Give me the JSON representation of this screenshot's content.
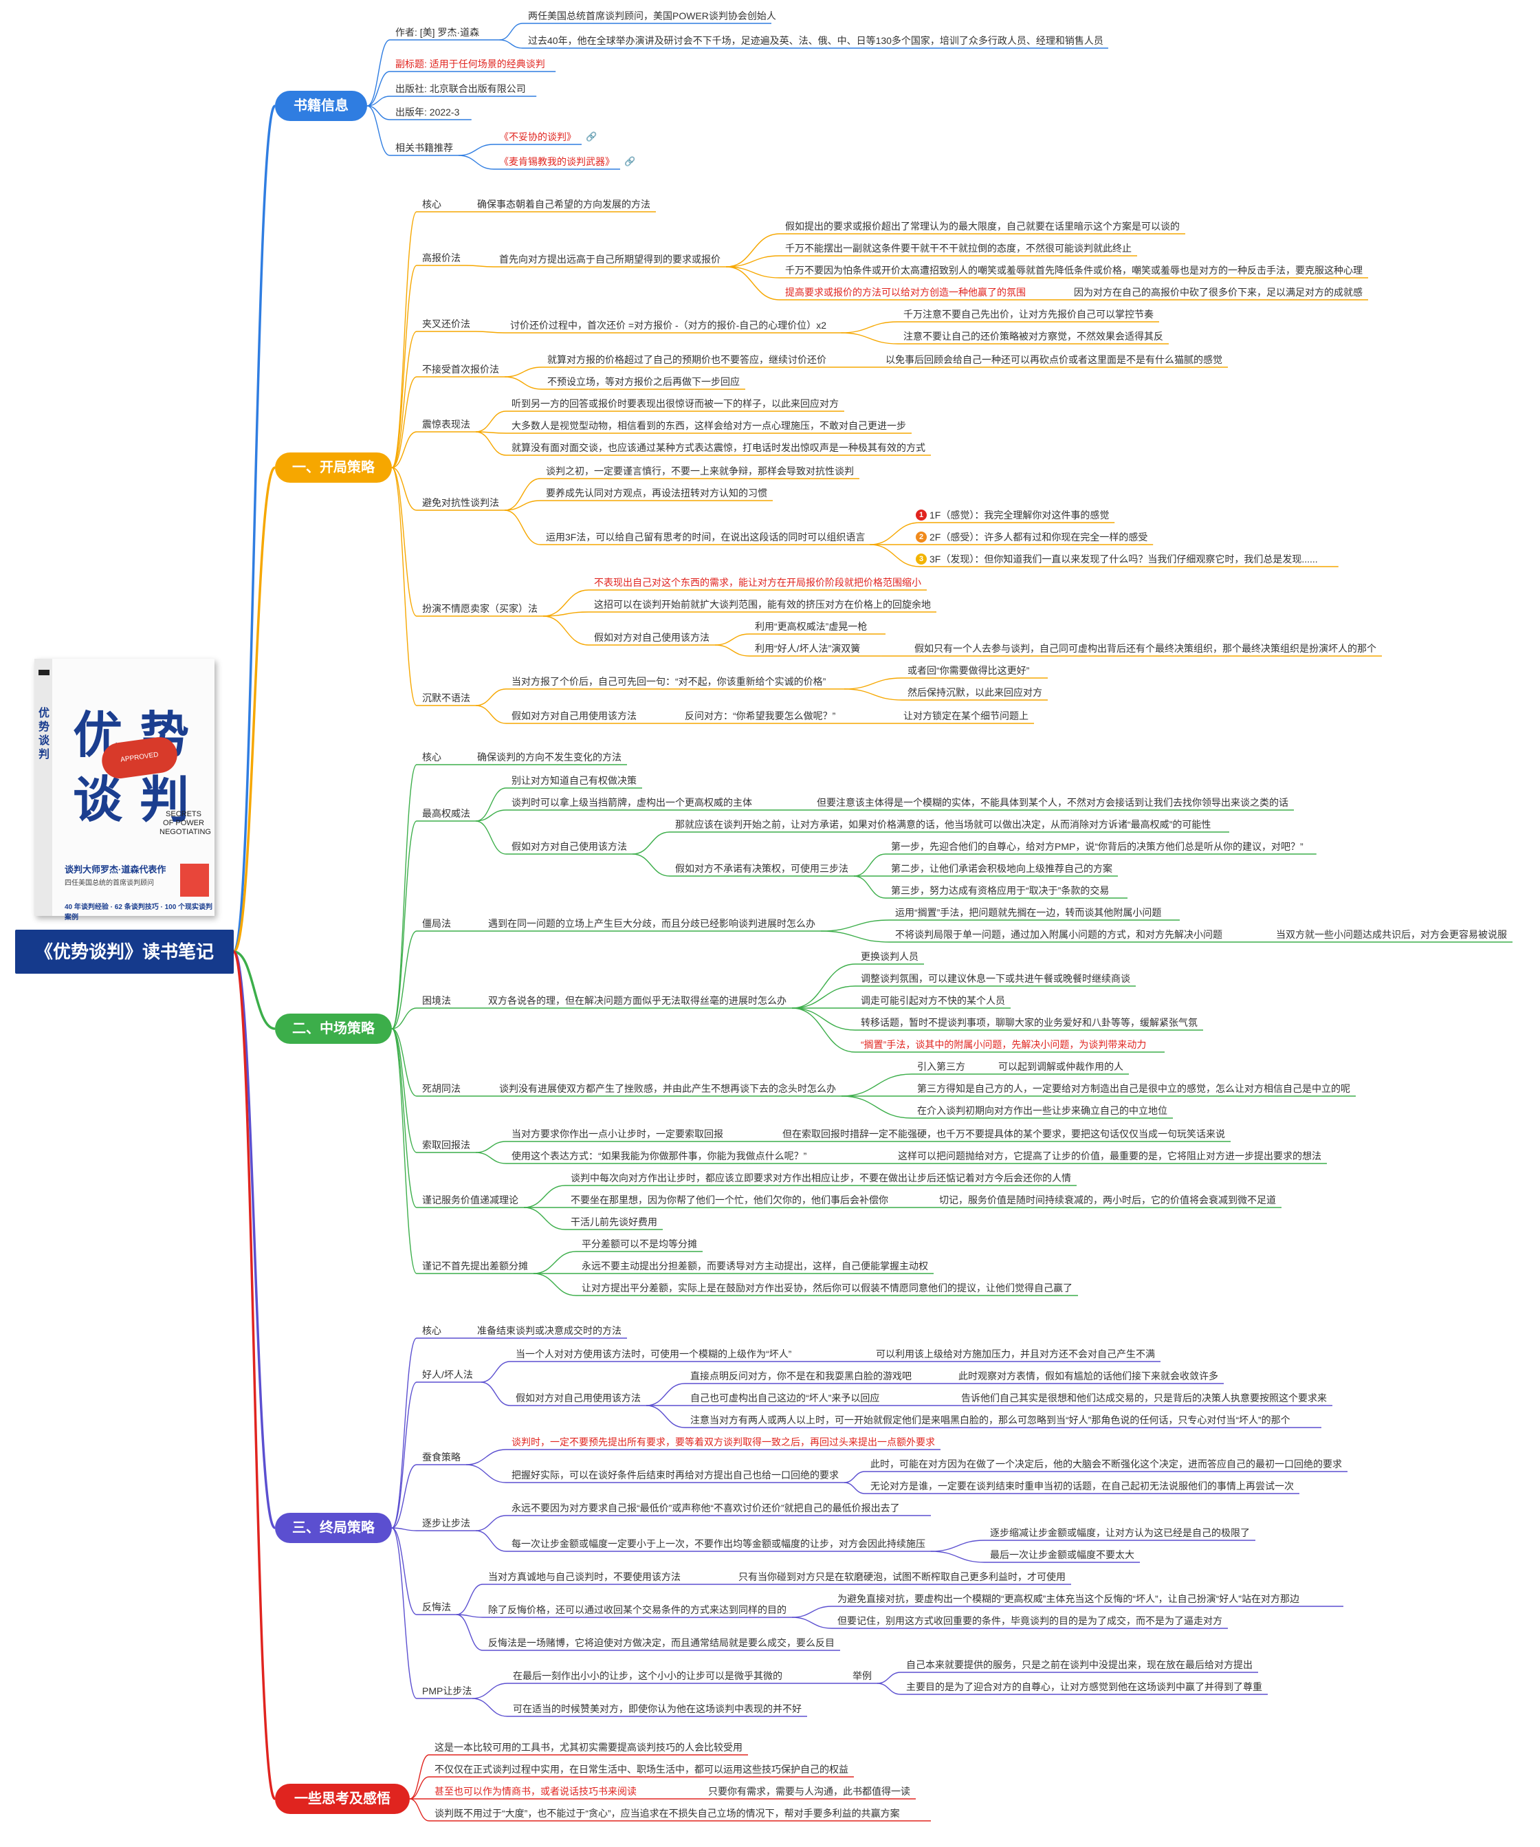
{
  "root": {
    "title": "《优势谈判》读书笔记"
  },
  "book_cover": {
    "title_line1": "优 势",
    "title_line2": "谈 判",
    "side_title": "优势谈判",
    "english": "SECRETS OF POWER NEGOTIATING",
    "seal": "APPROVED",
    "subtitle": "谈判大师罗杰·道森代表作",
    "blurb": "四任美国总统的首席谈判顾问",
    "footer": "40 年谈判经验 · 62 条谈判技巧 · 100 个现实谈判案例"
  },
  "colors": {
    "blue": "#2f7de1",
    "orange": "#f6a700",
    "green": "#3cae4a",
    "purple": "#5b4fd0",
    "red": "#e0241f",
    "root": "#153a8c"
  },
  "branches": [
    {
      "label": "书籍信息"
    },
    {
      "label": "一、开局策略"
    },
    {
      "label": "二、中场策略"
    },
    {
      "label": "三、终局策略"
    },
    {
      "label": "一些思考及感悟"
    }
  ],
  "nodes": [
    "作者: [美] 罗杰·道森",
    "两任美国总统首席谈判顾问，美国POWER谈判协会创始人",
    "过去40年，他在全球举办演讲及研讨会不下千场，足迹遍及英、法、俄、中、日等130多个国家，培训了众多行政人员、经理和销售人员",
    "副标题: 适用于任何场景的经典谈判",
    "出版社: 北京联合出版有限公司",
    "出版年: 2022-3",
    "相关书籍推荐",
    "《不妥协的谈判》",
    "《麦肯锡教我的谈判武器》",
    "核心",
    "确保事态朝着自己希望的方向发展的方法",
    "高报价法",
    "首先向对方提出远高于自己所期望得到的要求或报价",
    "假如提出的要求或报价超出了常理认为的最大限度，自己就要在话里暗示这个方案是可以谈的",
    "千万不能摆出一副就这条件要干就干不干就拉倒的态度，不然很可能谈判就此终止",
    "千万不要因为怕条件或开价太高遭招致别人的嘲笑或羞辱就首先降低条件或价格，嘲笑或羞辱也是对方的一种反击手法，要克服这种心理",
    "提高要求或报价的方法可以给对方创造一种他赢了的氛围",
    "因为对方在自己的高报价中砍了很多价下来，足以满足对方的成就感",
    "夹叉还价法",
    "讨价还价过程中，首次还价 =对方报价 -（对方的报价-自己的心理价位）x2",
    "千万注意不要自己先出价，让对方先报价自己可以掌控节奏",
    "注意不要让自己的还价策略被对方察觉，不然效果会适得其反",
    "不接受首次报价法",
    "就算对方报的价格超过了自己的预期价也不要答应，继续讨价还价",
    "以免事后回顾会给自己一种还可以再砍点价或者这里面是不是有什么猫腻的感觉",
    "不预设立场，等对方报价之后再做下一步回应",
    "震惊表现法",
    "听到另一方的回答或报价时要表现出很惊讶而被一下的样子，以此来回应对方",
    "大多数人是视觉型动物，相信看到的东西，这样会给对方一点心理施压，不敢对自己更进一步",
    "就算没有面对面交谈，也应该通过某种方式表达震惊，打电话时发出惊叹声是一种极其有效的方式",
    "避免对抗性谈判法",
    "谈判之初，一定要谨言慎行，不要一上来就争辩，那样会导致对抗性谈判",
    "要养成先认同对方观点，再设法扭转对方认知的习惯",
    "运用3F法，可以给自己留有思考的时间，在说出这段话的同时可以组织语言",
    "1F（感觉）：我完全理解你对这件事的感觉",
    "2F（感受）：许多人都有过和你现在完全一样的感受",
    "3F（发现）：但你知道我们一直以来发现了什么吗？当我们仔细观察它时，我们总是发现......",
    "扮演不情愿卖家（买家）法",
    "不表现出自己对这个东西的需求，能让对方在开局报价阶段就把价格范围缩小",
    "这招可以在谈判开始前就扩大谈判范围，能有效的挤压对方在价格上的回旋余地",
    "假如对方对自己使用该方法",
    "利用“更高权威法”虚晃一枪",
    "利用“好人/坏人法”演双簧",
    "假如只有一个人去参与谈判，自己同可虚构出背后还有个最终决策组织，那个最终决策组织是扮演坏人的那个",
    "沉默不语法",
    "当对方报了个价后，自己可先回一句：“对不起，你该重新给个实诚的价格”",
    "或者回“你需要做得比这更好”",
    "然后保持沉默，以此来回应对方",
    "假如对方对自己用使用该方法",
    "反问对方：“你希望我要怎么做呢？”",
    "让对方锁定在某个细节问题上",
    "核心",
    "确保谈判的方向不发生变化的方法",
    "最高权威法",
    "别让对方知道自己有权做决策",
    "谈判时可以拿上级当挡箭牌，虚构出一个更高权威的主体",
    "但要注意该主体得是一个模糊的实体，不能具体到某个人，不然对方会接话到让我们去找你领导出来谈之类的话",
    "假如对方对自己使用该方法",
    "那就应该在谈判开始之前，让对方承诺，如果对价格满意的话，他当场就可以做出决定，从而消除对方诉诸“最高权威”的可能性",
    "假如对方不承诺有决策权，可使用三步法",
    "第一步，先迎合他们的自尊心，给对方PMP，说“你背后的决策方他们总是听从你的建议，对吧？”",
    "第二步，让他们承诺会积极地向上级推荐自己的方案",
    "第三步，努力达成有资格应用于“取决于”条款的交易",
    "僵局法",
    "遇到在同一问题的立场上产生巨大分歧，而且分歧已经影响谈判进展时怎么办",
    "运用“搁置”手法，把问题就先搁在一边，转而谈其他附属小问题",
    "不将谈判局限于单一问题，通过加入附属小问题的方式，和对方先解决小问题",
    "当双方就一些小问题达成共识后，对方会更容易被说服",
    "困境法",
    "双方各说各的理，但在解决问题方面似乎无法取得丝毫的进展时怎么办",
    "更换谈判人员",
    "调整谈判氛围，可以建议休息一下或共进午餐或晚餐时继续商谈",
    "调走可能引起对方不快的某个人员",
    "转移话题，暂时不提谈判事项，聊聊大家的业务爱好和八卦等等，缓解紧张气氛",
    "“搁置”手法，谈其中的附属小问题，先解决小问题，为谈判带来动力",
    "死胡同法",
    "谈判没有进展使双方都产生了挫败感，并由此产生不想再谈下去的念头时怎么办",
    "引入第三方",
    "可以起到调解或仲裁作用的人",
    "第三方得知是自己方的人，一定要给对方制造出自己是很中立的感觉，怎么让对方相信自己是中立的呢",
    "在介入谈判初期向对方作出一些让步来确立自己的中立地位",
    "索取回报法",
    "当对方要求你作出一点小让步时，一定要索取回报",
    "但在索取回报时措辞一定不能强硬，也千万不要提具体的某个要求，要把这句话仅仅当成一句玩笑话来说",
    "使用这个表达方式：“如果我能为你做那件事，你能为我做点什么呢？”",
    "这样可以把问题抛给对方，它提高了让步的价值，最重要的是，它将阻止对方进一步提出要求的想法",
    "谨记服务价值递减理论",
    "谈判中每次向对方作出让步时，都应该立即要求对方作出相应让步，不要在做出让步后还惦记着对方今后会还你的人情",
    "不要坐在那里想，因为你帮了他们一个忙，他们欠你的，他们事后会补偿你",
    "切记，服务价值是随时间持续衰减的，两小时后，它的价值将会衰减到微不足道",
    "干活儿前先谈好费用",
    "谨记不首先提出差额分摊",
    "平分差额可以不是均等分摊",
    "永远不要主动提出分担差额，而要诱导对方主动提出，这样，自己便能掌握主动权",
    "让对方提出平分差额，实际上是在鼓励对方作出妥协，然后你可以假装不情愿同意他们的提议，让他们觉得自己赢了",
    "核心",
    "准备结束谈判或决意成交时的方法",
    "好人/坏人法",
    "当一个人对对方使用该方法时，可使用一个模糊的上级作为“坏人”",
    "可以利用该上级给对方施加压力，并且对方还不会对自己产生不满",
    "假如对方对自己用使用该方法",
    "直接点明反问对方，你不是在和我耍黑白脸的游戏吧",
    "此时观察对方表情，假如有尴尬的话他们接下来就会收敛许多",
    "自己也可虚构出自己这边的“坏人”来予以回应",
    "告诉他们自己其实是很想和他们达成交易的，只是背后的决策人执意要按照这个要求来",
    "注意当对方有两人或两人以上时，可一开始就假定他们是来唱黑白脸的，那么可忽略到当“好人”那角色说的任何话，只专心对付当“坏人”的那个",
    "蚕食策略",
    "谈判时，一定不要预先提出所有要求，要等着双方谈判取得一致之后，再回过头来提出一点额外要求",
    "把握好实际，可以在谈好条件后结束时再给对方提出自己也给一口回绝的要求",
    "此时，可能在对方因为在做了一个决定后，他的大脑会不断强化这个决定，进而答应自己的最初一口回绝的要求",
    "无论对方是谁，一定要在谈判结束时重申当初的话题，在自己起初无法说服他们的事情上再尝试一次",
    "逐步让步法",
    "永远不要因为对方要求自己报“最低价”或声称他“不喜欢讨价还价”就把自己的最低价报出去了",
    "每一次让步金额或幅度一定要小于上一次，不要作出均等金额或幅度的让步，对方会因此持续施压",
    "逐步缩减让步金额或幅度，让对方认为这已经是自己的极限了",
    "最后一次让步金额或幅度不要太大",
    "反悔法",
    "当对方真诚地与自己谈判时，不要使用该方法",
    "只有当你碰到对方只是在软磨硬泡，试图不断榨取自己更多利益时，才可使用",
    "除了反悔价格，还可以通过收回某个交易条件的方式来达到同样的目的",
    "为避免直接对抗，要虚构出一个模糊的“更高权威”主体充当这个反悔的“坏人”，让自己扮演“好人”站在对方那边",
    "但要记住，别用这方式收回重要的条件，毕竟谈判的目的是为了成交，而不是为了逼走对方",
    "反悔法是一场赌博，它将迫使对方做决定，而且通常结局就是要么成交，要么反目",
    "PMP让步法",
    "在最后一刻作出小小的让步，这个小小的让步可以是微乎其微的",
    "举例",
    "自己本来就要提供的服务，只是之前在谈判中没提出来，现在放在最后给对方提出",
    "主要目的是为了迎合对方的自尊心，让对方感觉到他在这场谈判中赢了并得到了尊重",
    "可在适当的时候赞美对方，即使你认为他在这场谈判中表现的并不好",
    "这是一本比较可用的工具书，尤其初实需要提高谈判技巧的人会比较受用",
    "不仅仅在正式谈判过程中实用，在日常生活中、职场生活中，都可以运用这些技巧保护自己的权益",
    "甚至也可以作为情商书，或者说话技巧书来阅读",
    "只要你有需求，需要与人沟通，此书都值得一读",
    "谈判既不用过于“大度”，也不能过于“贪心”，应当追求在不损失自己立场的情况下，帮对手要多利益的共赢方案"
  ]
}
